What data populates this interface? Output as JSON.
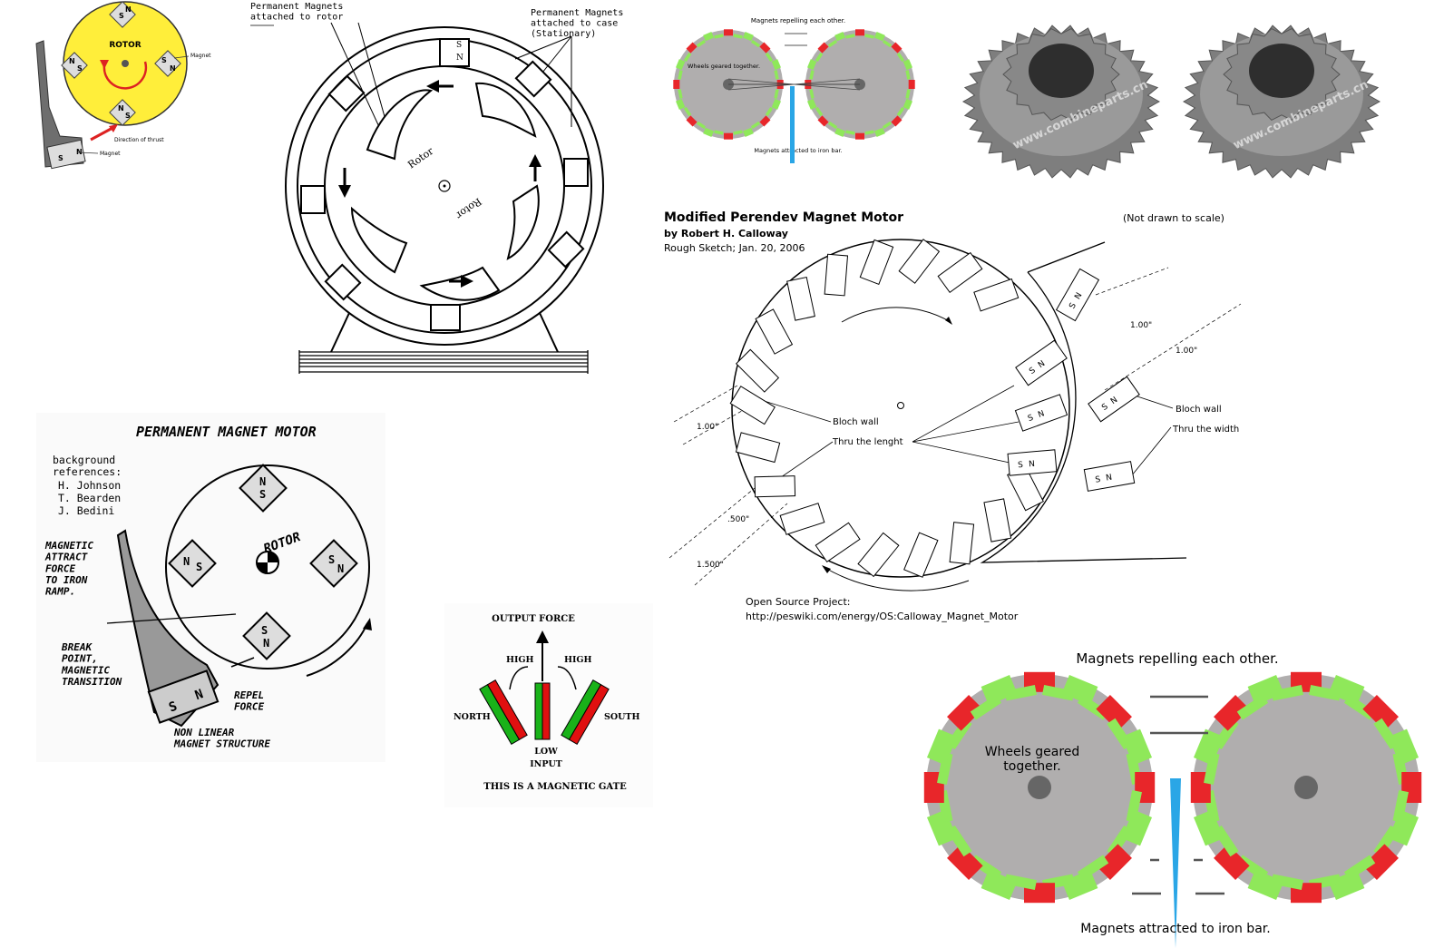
{
  "colors": {
    "rotor_yellow": "#ffee3a",
    "wheel_gray": "#b0aeae",
    "magnet_green": "#8fe85a",
    "magnet_red": "#e8262a",
    "iron_bar_blue": "#2aa6e6",
    "gear_gray": "#8d8d8d",
    "gate_green": "#19b219",
    "gate_red": "#e01010"
  },
  "panel1": {
    "rotor": "ROTOR",
    "magnet_label": "Magnet",
    "magnet_label2": "Magnet",
    "thrust": "Direction of thrust",
    "n": "N",
    "s": "S"
  },
  "panel2": {
    "pm_rotor": "Permanent Magnets\nattached to rotor",
    "pm_case": "Permanent Magnets\nattached to case\n(Stationary)",
    "rotor": "Rotor",
    "rotor2": "Rotor",
    "n": "N",
    "s": "S"
  },
  "panel3": {
    "repelling": "Magnets repelling each other.",
    "geared": "Wheels geared together.",
    "attracted": "Magnets attracted to iron bar."
  },
  "panel4": {
    "watermark": "www.combineparts.cn"
  },
  "panel5": {
    "title": "Modified Perendev Magnet Motor",
    "author": "by Robert H. Calloway",
    "sketch": "Rough Sketch; Jan. 20, 2006",
    "scale": "(Not drawn to scale)",
    "bloch": "Bloch wall",
    "thru_length": "Thru the lenght",
    "bloch2": "Bloch wall",
    "thru_width": "Thru the width",
    "d1": "1.00\"",
    "d2": "1.00\"",
    "d3": "1.00\"",
    "d4": ".500\"",
    "d5": "1.500\"",
    "open_source": "Open Source Project:",
    "url": "http://peswiki.com/energy/OS:Calloway_Magnet_Motor",
    "s": "S",
    "n": "N"
  },
  "panel6": {
    "title": "PERMANENT MAGNET MOTOR",
    "refs_title": "background\nreferences:",
    "refs": [
      "H. Johnson",
      "T. Bearden",
      "J. Bedini"
    ],
    "rotor": "ROTOR",
    "attract": "MAGNETIC\nATTRACT\nFORCE\nTO IRON\nRAMP.",
    "break": "BREAK\nPOINT,\nMAGNETIC\nTRANSITION",
    "repel": "REPEL\nFORCE",
    "nonlinear": "NON LINEAR\nMAGNET STRUCTURE",
    "n": "N",
    "s": "S"
  },
  "panel7": {
    "output": "OUTPUT FORCE",
    "high1": "HIGH",
    "high2": "HIGH",
    "north": "NORTH",
    "south": "SOUTH",
    "low": "LOW",
    "input": "INPUT",
    "caption": "THIS IS A MAGNETIC GATE"
  },
  "panel8": {
    "repelling": "Magnets repelling each other.",
    "geared": "Wheels geared\ntogether.",
    "attracted": "Magnets attracted to iron bar."
  }
}
